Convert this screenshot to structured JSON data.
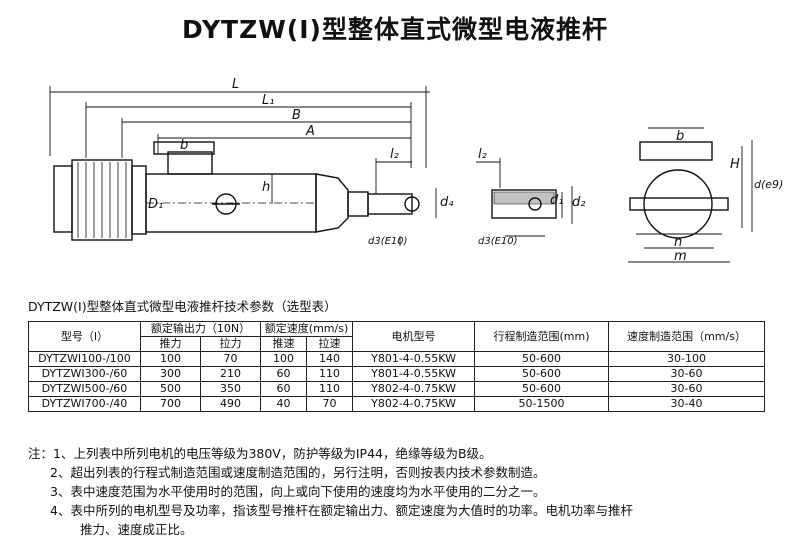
{
  "title": "DYTZW(I)型整体直式微型电液推杆",
  "drawing_labels": {
    "L": "L",
    "L1": "L₁",
    "B": "B",
    "A": "A",
    "b": "b",
    "D1": "D₁",
    "h": "h",
    "l2": "l₂",
    "d4": "d₄",
    "d3": "d3(E10)",
    "l2b": "l₂",
    "d1": "d₁",
    "d2": "d₂",
    "d3b": "d3(E10)",
    "b_side": "b",
    "H": "H",
    "de9": "d(e9)",
    "n": "n",
    "m": "m"
  },
  "table_caption": "DYTZW(I)型整体直式微型电液推杆技术参数（选型表）",
  "table": {
    "headers": {
      "model": "型号（I）",
      "rated_force": "额定输出力（10N）",
      "push": "推力",
      "pull": "拉力",
      "rated_speed": "额定速度(mm/s)",
      "push_speed": "推速",
      "pull_speed": "拉速",
      "motor": "电机型号",
      "stroke_range": "行程制造范围(mm)",
      "speed_range": "速度制造范围（mm/s）"
    },
    "rows": [
      [
        "DYTZWI100-/100",
        "100",
        "70",
        "100",
        "140",
        "Y801-4-0.55KW",
        "50-600",
        "30-100"
      ],
      [
        "DYTZWI300-/60",
        "300",
        "210",
        "60",
        "110",
        "Y801-4-0.55KW",
        "50-600",
        "30-60"
      ],
      [
        "DYTZWI500-/60",
        "500",
        "350",
        "60",
        "110",
        "Y802-4-0.75KW",
        "50-600",
        "30-60"
      ],
      [
        "DYTZWI700-/40",
        "700",
        "490",
        "40",
        "70",
        "Y802-4-0.75KW",
        "50-1500",
        "30-40"
      ]
    ]
  },
  "notes": [
    "注：1、上列表中所列电机的电压等级为380V，防护等级为IP44，绝缘等级为B级。",
    "2、超出列表的行程式制造范围或速度制造范围的，另行注明，否则按表内技术参数制造。",
    "3、表中速度范围为水平使用时的范围，向上或向下使用的速度均为水平使用的二分之一。",
    "4、表中所列的电机型号及功率，指该型号推杆在额定输出力、额定速度为大值时的功率。电机功率与推杆",
    "推力、速度成正比。"
  ]
}
